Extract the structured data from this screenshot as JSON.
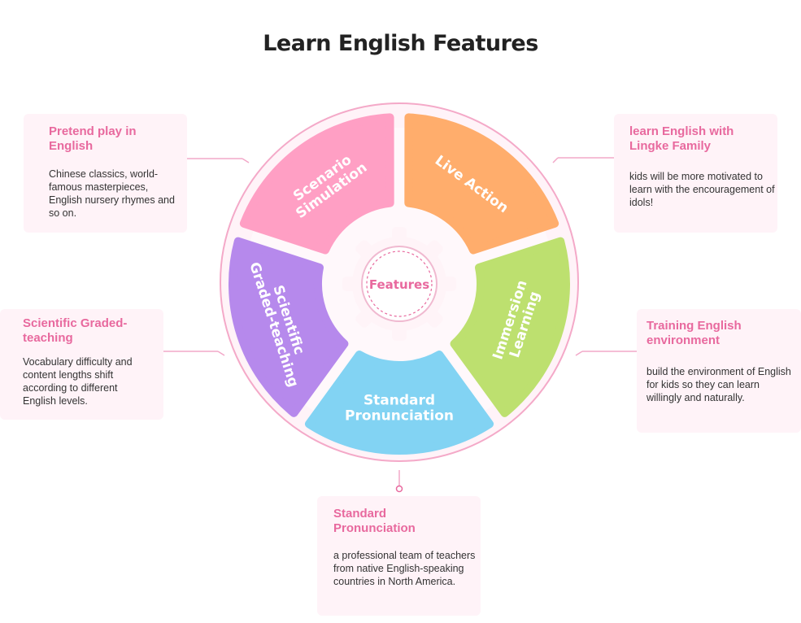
{
  "title": "Learn English Features",
  "center_label": "Features",
  "segments": [
    {
      "label_lines": [
        "Scenario",
        "Simulation"
      ],
      "color": "#ff9fc4"
    },
    {
      "label_lines": [
        "Live Action"
      ],
      "color": "#ffad6c"
    },
    {
      "label_lines": [
        "Immersion",
        "Learning"
      ],
      "color": "#bde06f"
    },
    {
      "label_lines": [
        "Standard",
        "Pronunciation"
      ],
      "color": "#82d3f3"
    },
    {
      "label_lines": [
        "Scientific",
        "Graded-teaching"
      ],
      "color": "#b689ec"
    }
  ],
  "cards": [
    {
      "title": "Pretend play in English",
      "body": "Chinese classics, world-famous masterpieces, English nursery rhymes and so on."
    },
    {
      "title": "learn English with Lingke Family",
      "body": " kids will be more motivated to learn with the encouragement of idols!"
    },
    {
      "title": "Scientific Graded-teaching",
      "body": "Vocabulary difficulty and content lengths shift according to different English levels."
    },
    {
      "title": "Training English environment",
      "body": "build the environment of English for kids so they can learn willingly and naturally."
    },
    {
      "title": "Standard Pronunciation",
      "body": "a professional team of teachers from native English-speaking countries in North America."
    }
  ],
  "colors": {
    "accent": "#e8699e",
    "line": "#f2a8c8",
    "ring_fill": "#fff3f8",
    "ring_stroke": "#f4a9c8"
  }
}
